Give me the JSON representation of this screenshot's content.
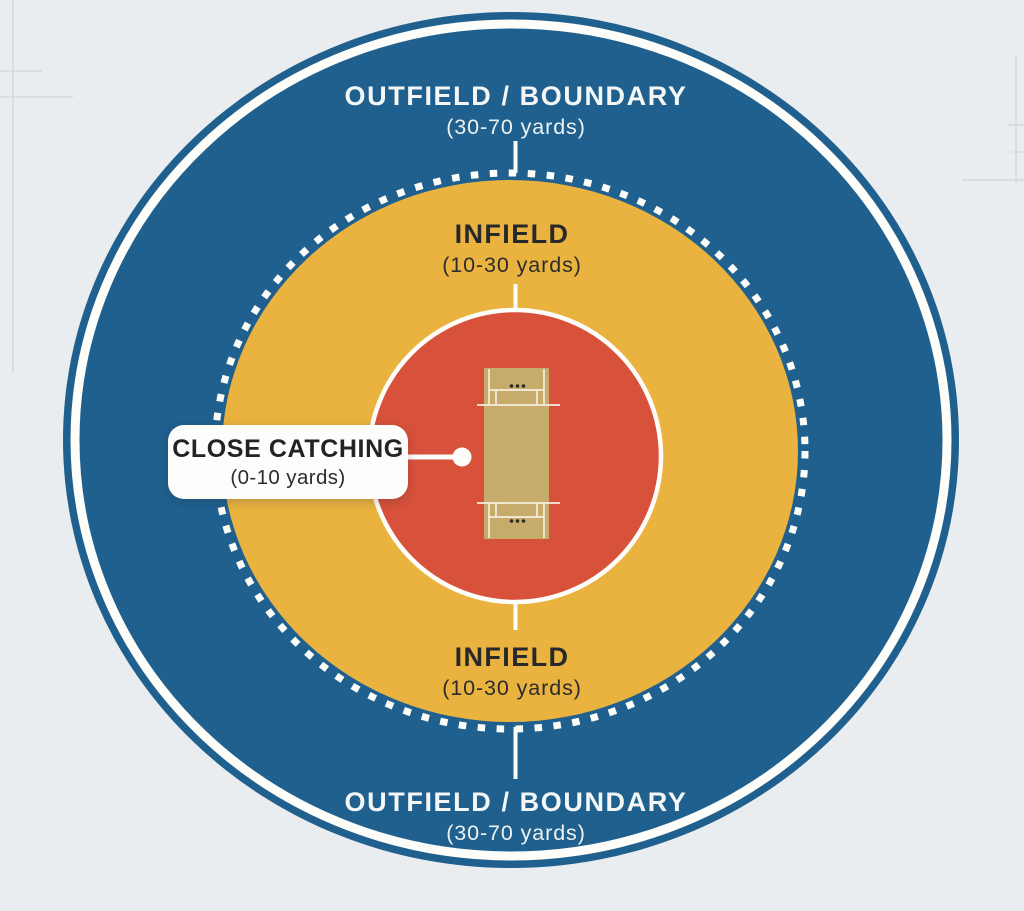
{
  "colors": {
    "background": "#e9edef",
    "blueprint_line": "#d4dade",
    "outfield_blue": "#20608e",
    "infield_yellow": "#eab23e",
    "close_red": "#d8513a",
    "pitch_tan": "#c6ab6b",
    "ring_white": "#fdfdfa",
    "crease_line": "#f3eede",
    "stump_dot": "#2e2c25",
    "label_dark": "#27282b",
    "label_light": "#f4f7f6"
  },
  "zones": {
    "outfield": {
      "name": "OUTFIELD / BOUNDARY",
      "range": "(30-70 yards)"
    },
    "infield": {
      "name": "INFIELD",
      "range": "(10-30 yards)"
    },
    "close_catching": {
      "name": "CLOSE CATCHING",
      "range": "(0-10 yards)"
    }
  }
}
